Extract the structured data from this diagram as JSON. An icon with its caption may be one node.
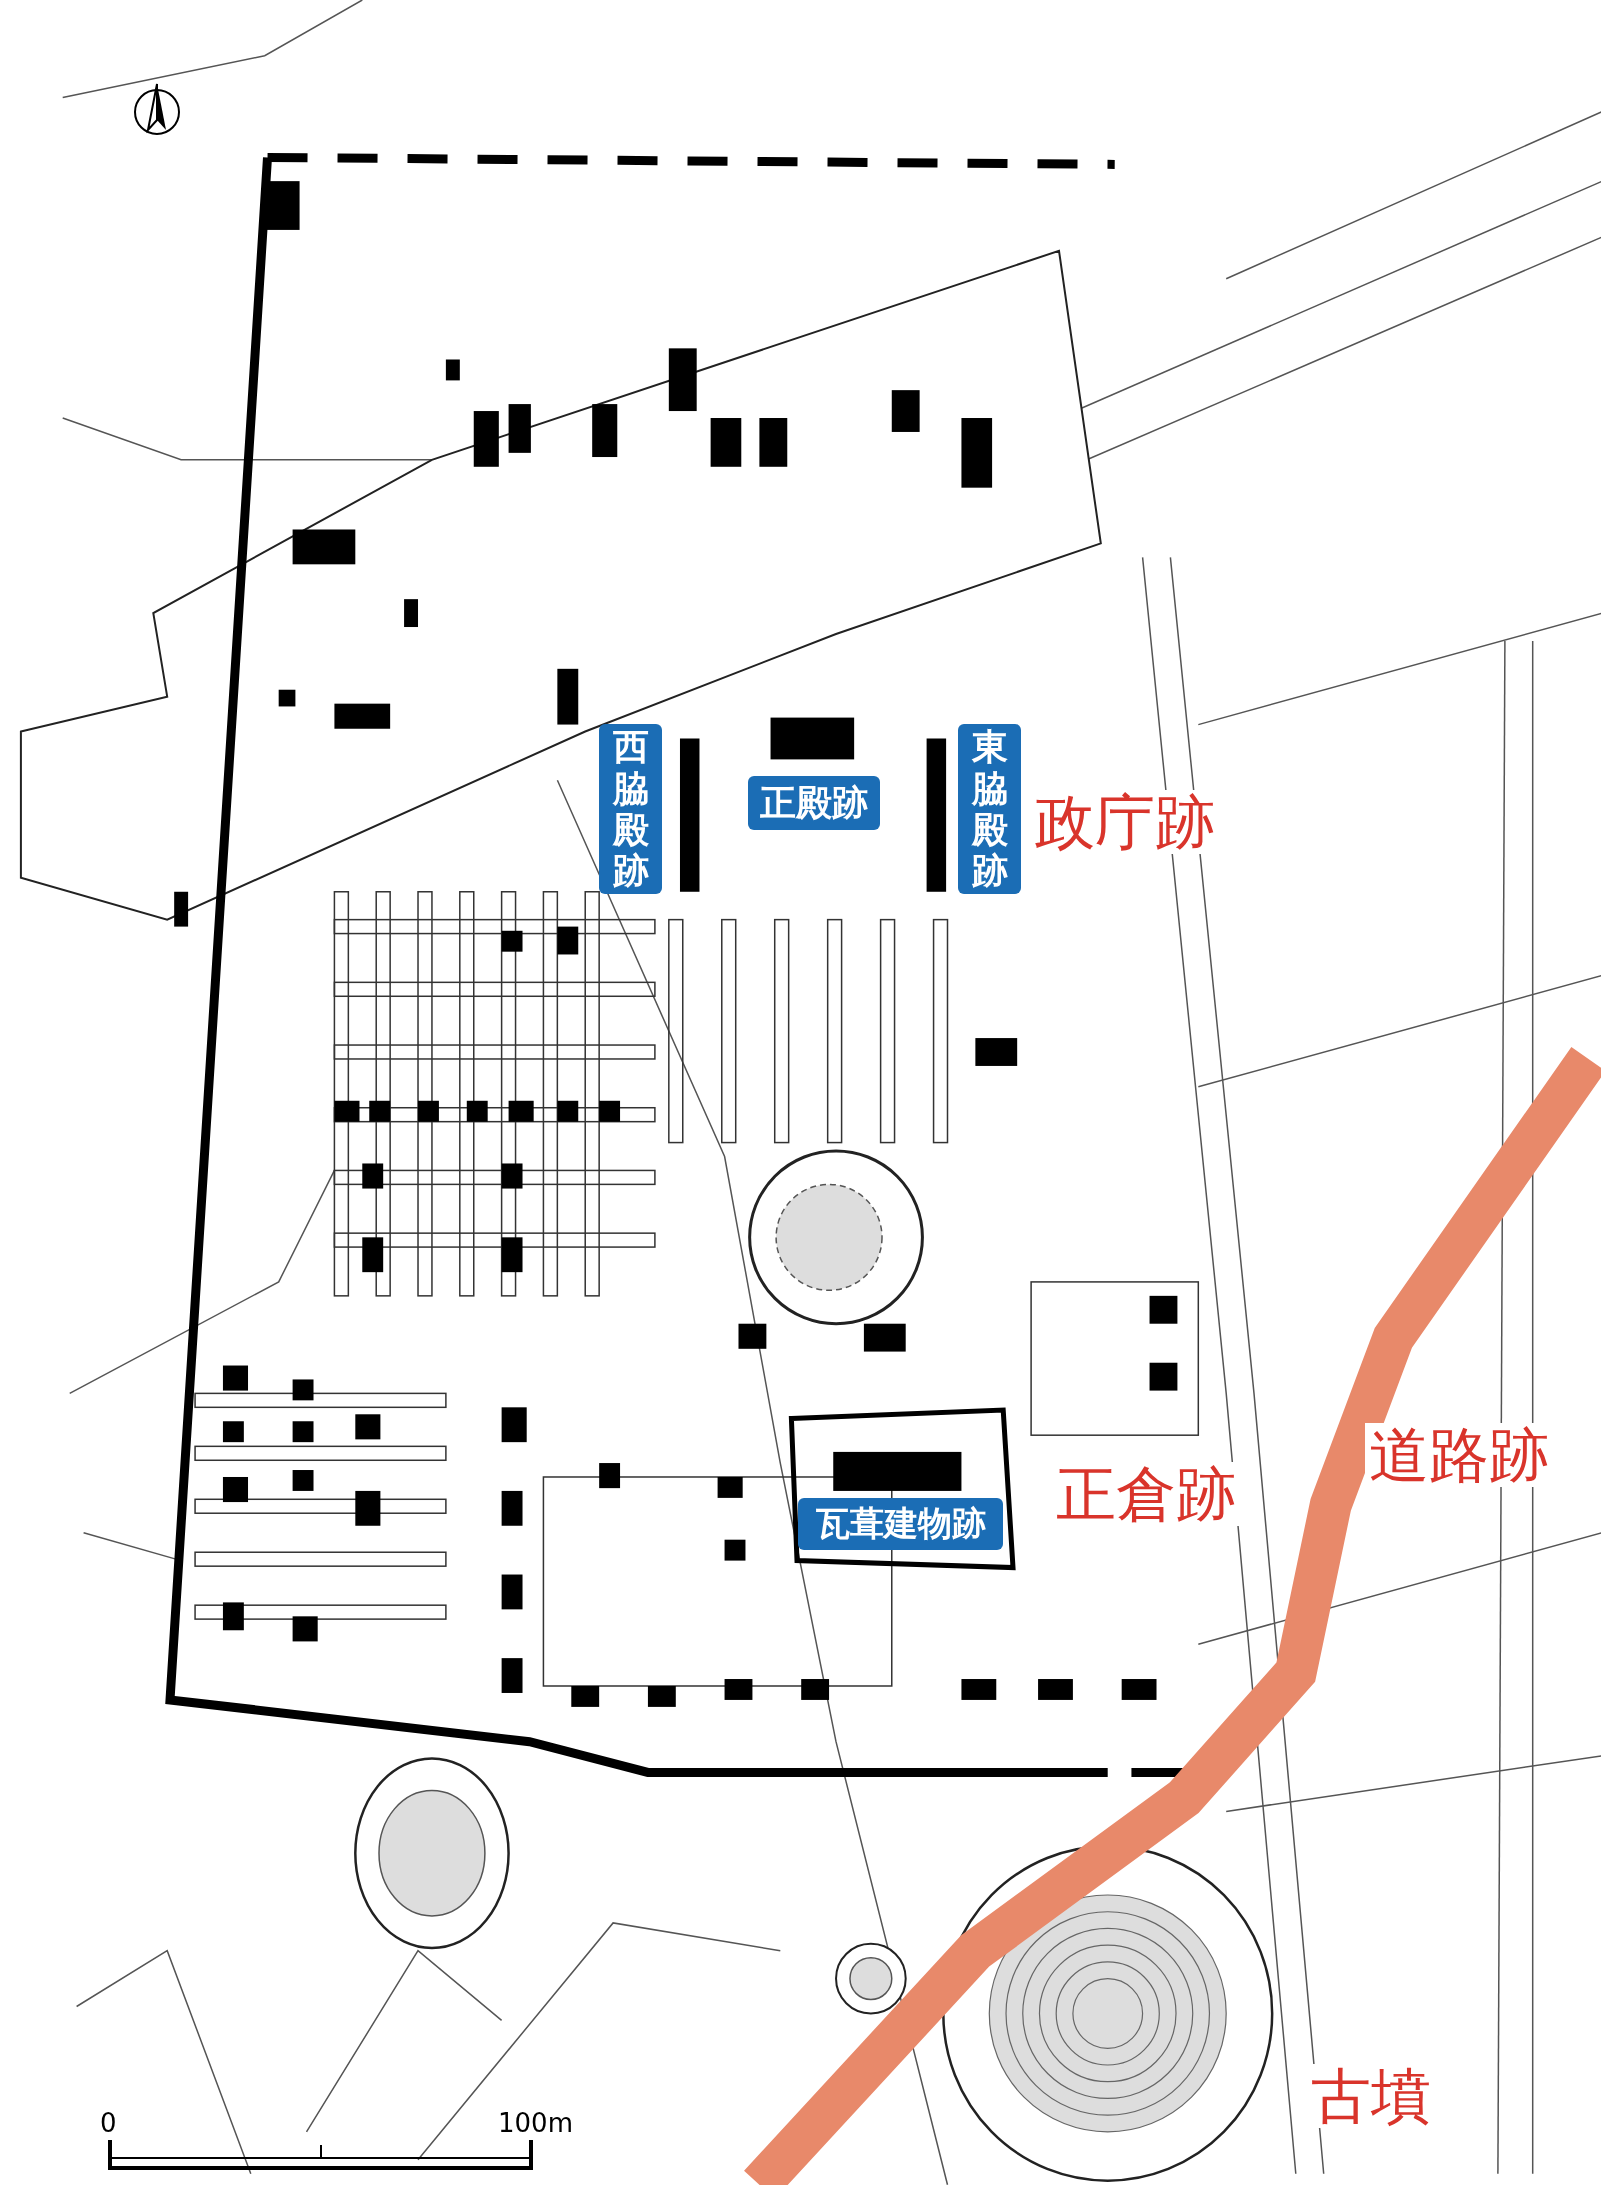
{
  "diagram": {
    "nodes": [
      {
        "text": [
          "西脇殿跡"
        ]
      },
      {
        "text": [
          "正殿跡"
        ]
      },
      {
        "text": [
          "東脇殿跡"
        ]
      },
      {
        "text": [
          "瓦葺建物跡"
        ]
      }
    ],
    "labels": [
      "政庁跡",
      "道路跡",
      "正倉跡",
      "古墳",
      "0",
      "100m"
    ]
  }
}
